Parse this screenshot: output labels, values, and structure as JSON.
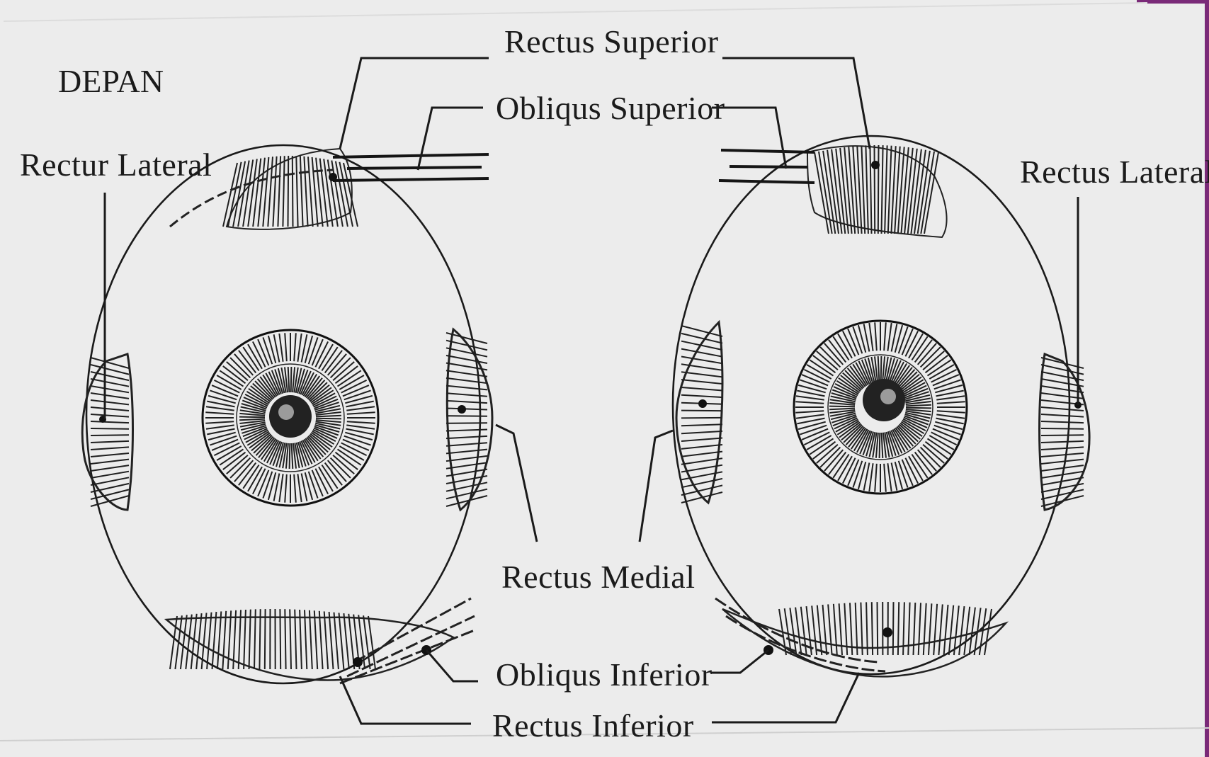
{
  "title": "DEPAN",
  "labels": {
    "rectus_superior": "Rectus Superior",
    "obliqus_superior": "Obliqus Superior",
    "rectur_lateral_left": "Rectur Lateral",
    "rectus_lateral_right": "Rectus Lateral",
    "rectus_medial": "Rectus Medial",
    "obliqus_inferior": "Obliqus Inferior",
    "rectus_inferior": "Rectus Inferior"
  },
  "colors": {
    "paper": "#ececec",
    "ink": "#1a1a1a",
    "border_accent": "#7a2a78"
  }
}
